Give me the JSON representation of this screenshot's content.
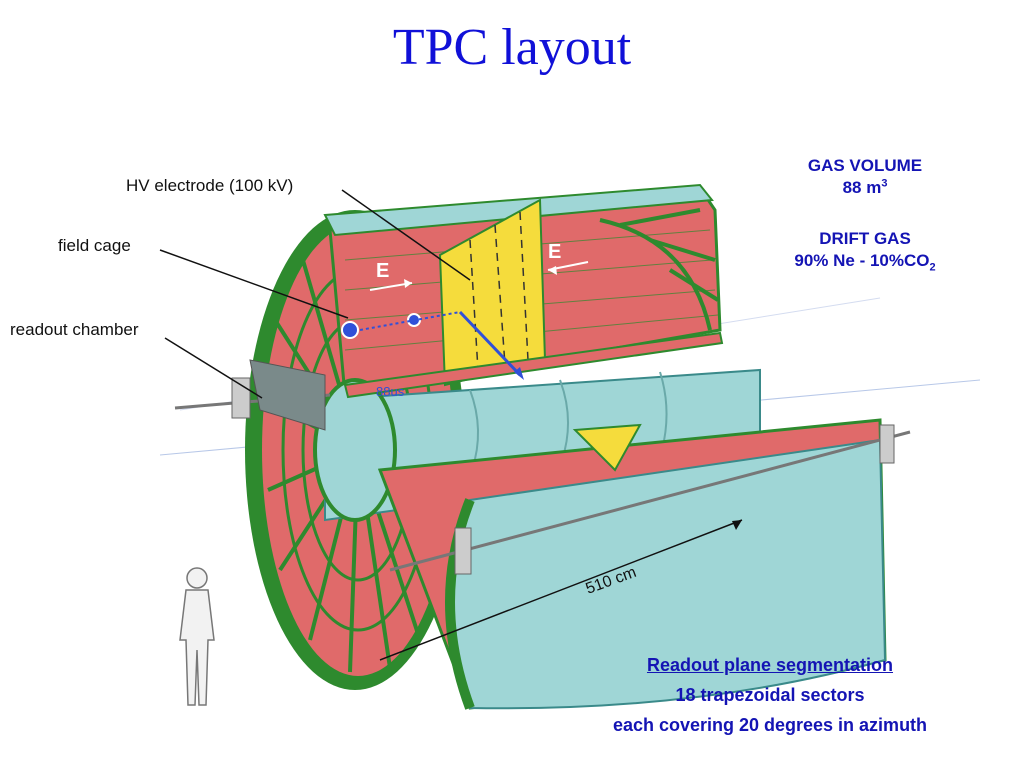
{
  "title": "TPC layout",
  "callouts": {
    "hv_electrode": "HV electrode (100 kV)",
    "field_cage": "field cage",
    "readout_chamber": "readout chamber"
  },
  "gas_volume": {
    "label": "GAS VOLUME",
    "value": "88 m",
    "exp": "3"
  },
  "drift_gas": {
    "label": "DRIFT GAS",
    "value_pre": "90% Ne - 10%CO",
    "value_sub": "2"
  },
  "diagram_labels": {
    "field_left": "E",
    "field_right": "E",
    "drift_time": "88us",
    "length": "510 cm"
  },
  "segmentation": {
    "heading": "Readout plane segmentation",
    "line1": "18 trapezoidal sectors",
    "line2": "each covering 20 degrees in azimuth"
  }
}
